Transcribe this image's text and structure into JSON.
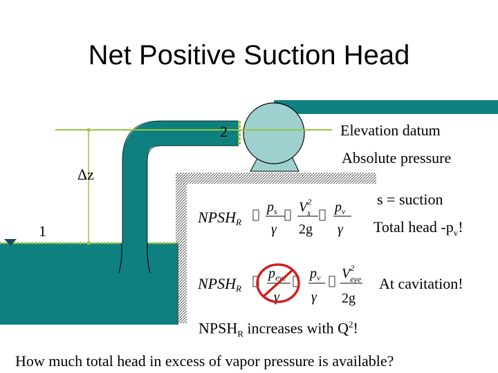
{
  "title": "Net Positive Suction Head",
  "labels": {
    "point2": "2",
    "point1": "1",
    "delta_z": "Δz",
    "elevation_datum": "Elevation datum",
    "absolute_pressure": "Absolute pressure",
    "suction_note": "s = suction",
    "total_head_prefix": "Total head -p",
    "total_head_sub": "v",
    "total_head_suffix": "!",
    "at_cavitation": "At cavitation!",
    "increases_prefix": "NPSH",
    "increases_sub": "R",
    "increases_mid": " increases with Q",
    "increases_sup": "2",
    "increases_suffix": "!",
    "question": "How much total head in excess of vapor pressure is available?"
  },
  "eq1": {
    "npsh": "NPSH",
    "npsh_sub": "R",
    "ps": "p",
    "ps_sub": "s",
    "vs": "V",
    "vs_sub": "s",
    "vs_sup": "2",
    "pv": "p",
    "pv_sub": "v",
    "denom_gamma": "γ",
    "denom_2g": "2g"
  },
  "eq2": {
    "npsh": "NPSH",
    "npsh_sub": "R",
    "peye": "p",
    "peye_sub": "eye",
    "pv": "p",
    "pv_sub": "v",
    "veye": "V",
    "veye_sub": "eye",
    "veye_sup": "2",
    "denom_gamma": "γ",
    "denom_2g": "2g"
  },
  "colors": {
    "water": "#0f8080",
    "pipe": "#0f8080",
    "pump": "#9fd0d0",
    "datum": "#90c83c",
    "cross": "#d02020"
  }
}
